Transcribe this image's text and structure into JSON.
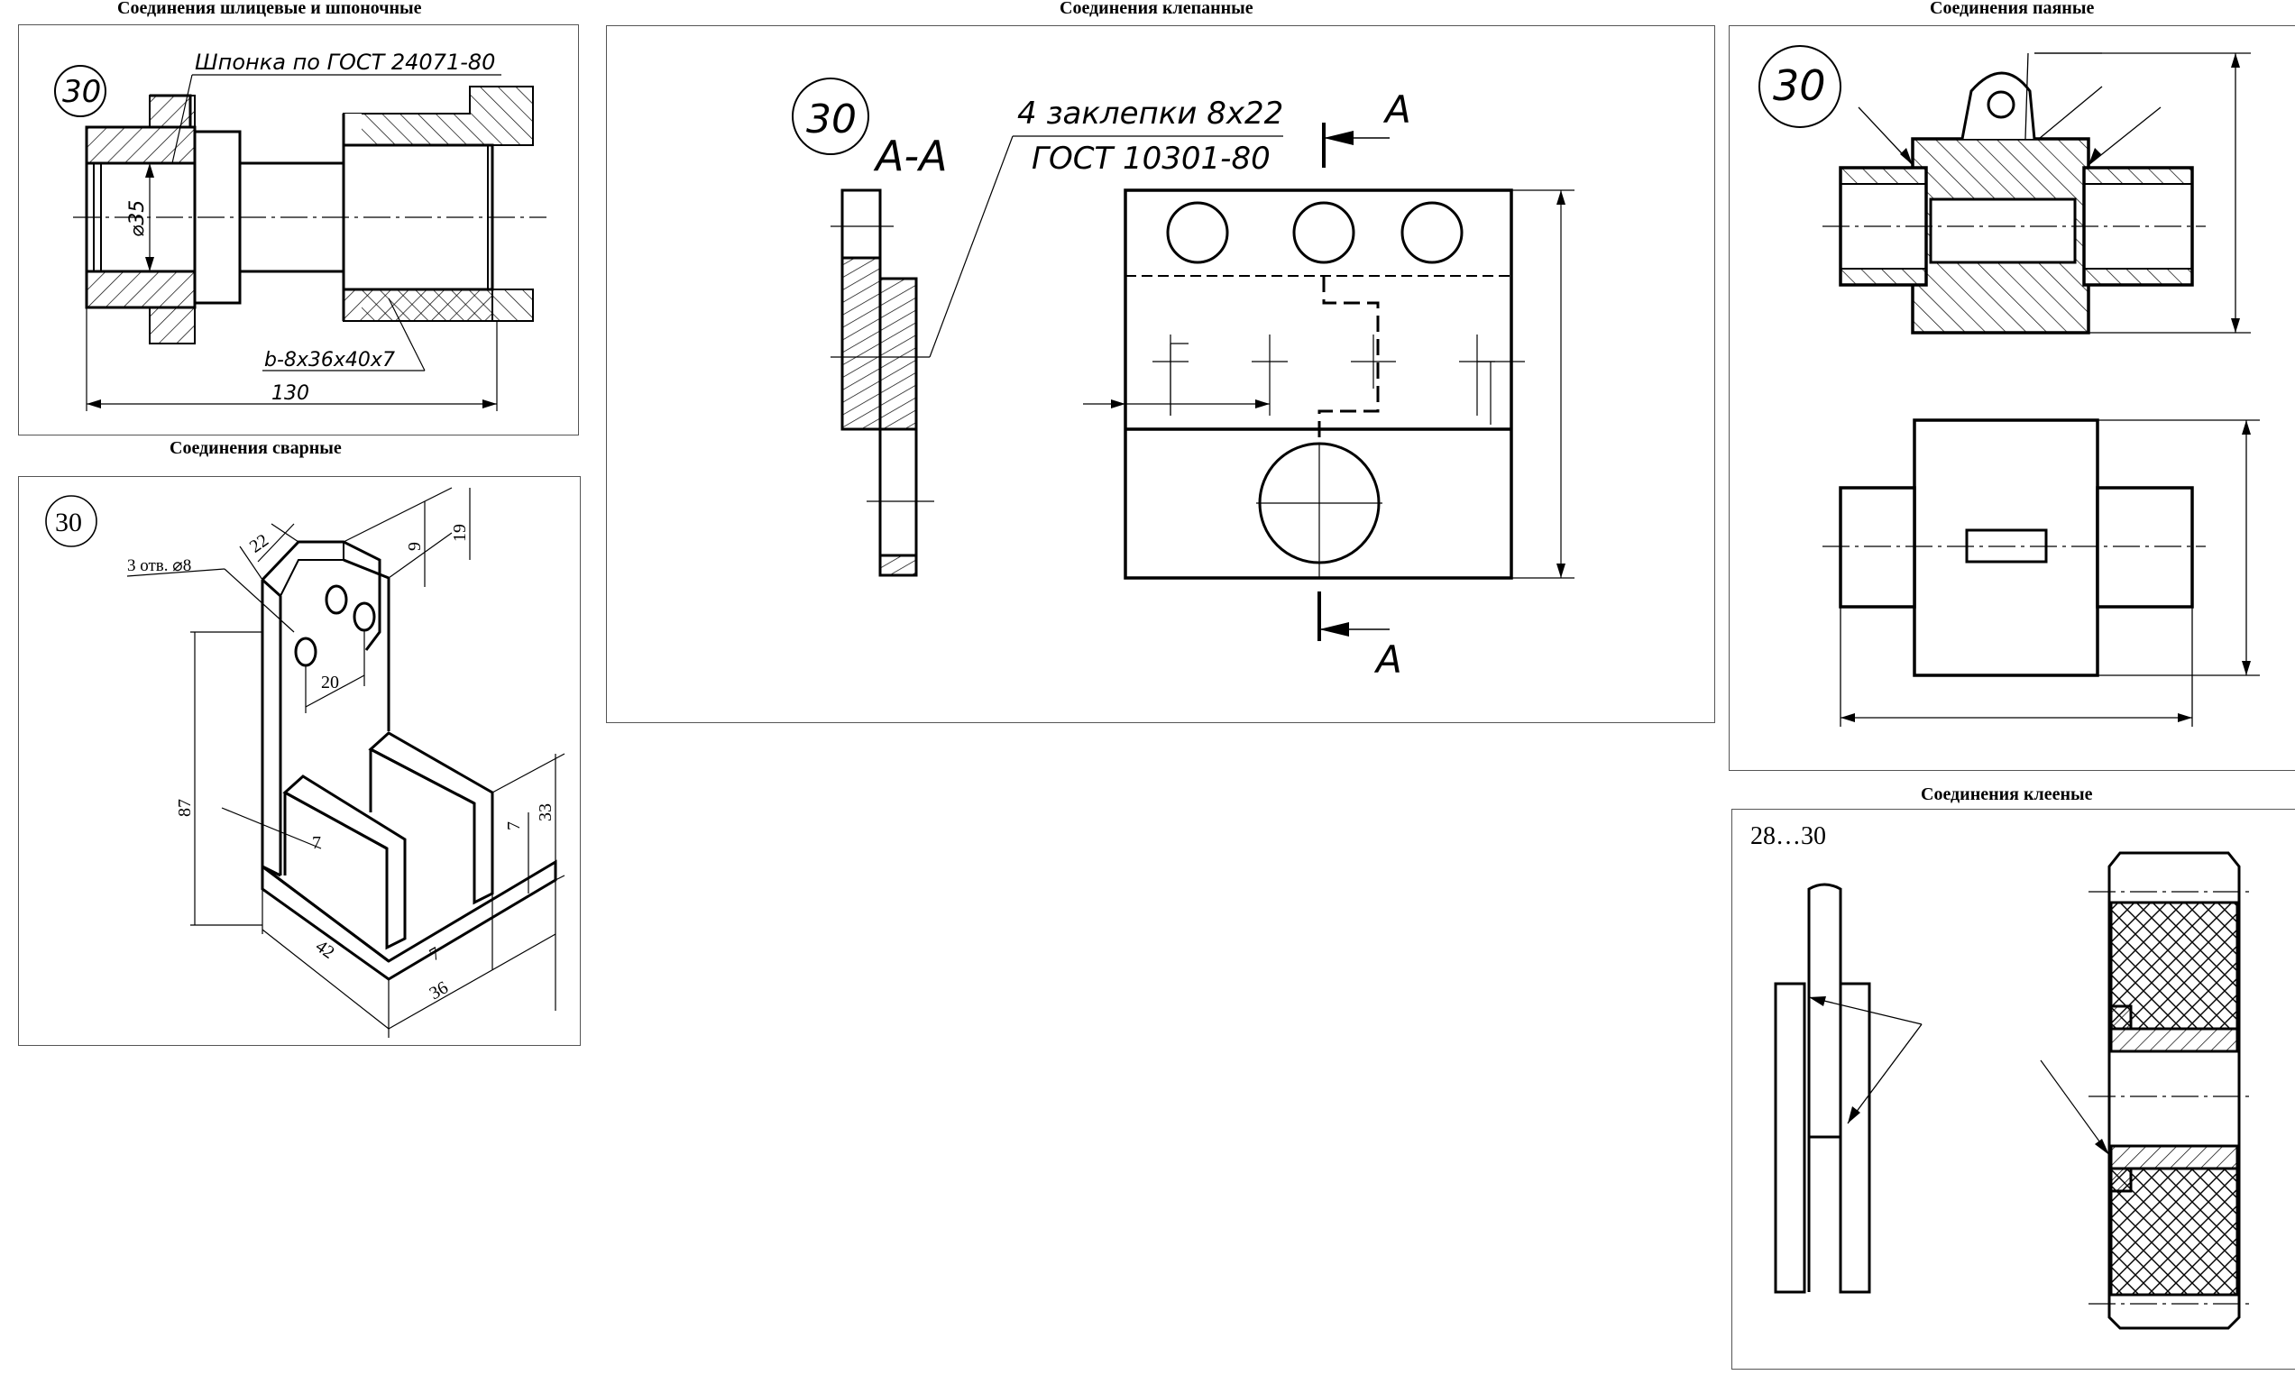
{
  "panels": {
    "spline": {
      "title": "Соединения шлицевые и шпоночные",
      "variant": "30",
      "key_label": "Шпонка по ГОСТ 24071-80",
      "diameter": "⌀35",
      "spline_spec": "b-8x36x40x7",
      "length": "130"
    },
    "weld": {
      "title": "Соединения сварные",
      "variant": "30",
      "holes_label": "3 отв. ⌀8",
      "dims": {
        "d22": "22",
        "d9": "9",
        "d19": "19",
        "d20": "20",
        "d87": "87",
        "d7a": "7",
        "d7b": "7",
        "d33": "33",
        "d42": "42",
        "d7c": "7",
        "d36": "36"
      }
    },
    "rivet": {
      "title": "Соединения клепанные",
      "variant": "30",
      "section_label": "А-А",
      "rivets_line1": "4 заклепки 8x22",
      "rivets_line2": "ГОСТ 10301-80",
      "cut_top": "А",
      "cut_bottom": "А"
    },
    "solder": {
      "title": "Соединения паяные",
      "variant": "30"
    },
    "glue": {
      "title": "Соединения клееные",
      "variant": "28…30"
    }
  }
}
